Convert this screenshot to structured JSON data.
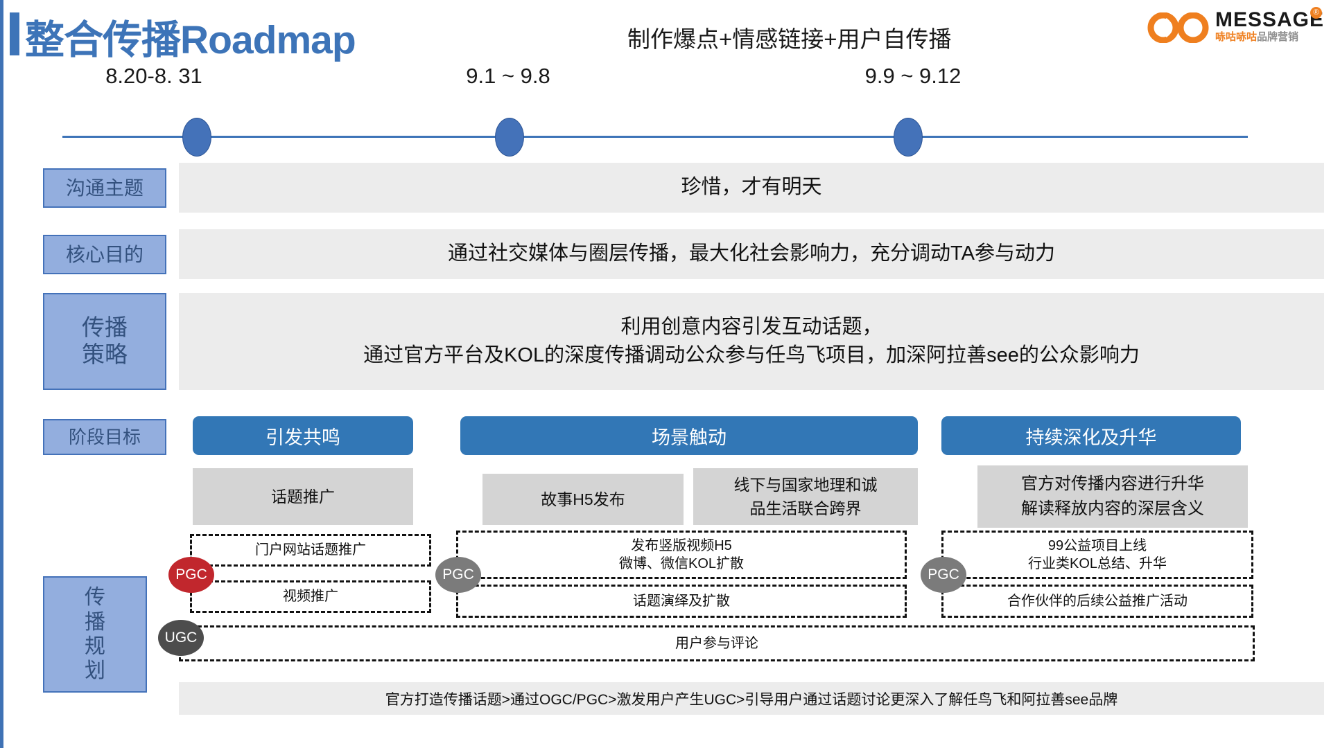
{
  "header": {
    "title": "整合传播Roadmap",
    "tagline": "制作爆点+情感链接+用户自传播",
    "logo": {
      "word": "MESSAGE",
      "sub_orange": "哧咕哧咕",
      "sub_grey": "品牌营销",
      "registered": "®",
      "accent_color": "#ef7f1f"
    }
  },
  "timeline": {
    "dates": [
      "8.20-8. 31",
      "9.1 ~ 9.8",
      "9.9 ~ 9.12"
    ],
    "dot_color": "#4472b9",
    "line_color": "#3d74b8"
  },
  "rows": [
    {
      "label": "沟通主题",
      "content": "珍惜，才有明天"
    },
    {
      "label": "核心目的",
      "content": "通过社交媒体与圈层传播，最大化社会影响力，充分调动TA参与动力"
    },
    {
      "label": "传播\n策略",
      "content_line1": "利用创意内容引发互动话题，",
      "content_line2": "通过官方平台及KOL的深度传播调动公众参与任鸟飞项目，加深阿拉善see的公众影响力"
    },
    {
      "label": "阶段目标"
    },
    {
      "label": "传播\n规划"
    }
  ],
  "phases": [
    {
      "pill": "引发共鸣"
    },
    {
      "pill": "场景触动"
    },
    {
      "pill": "持续深化及升华"
    }
  ],
  "phase_cards": [
    {
      "text": "话题推广"
    },
    {
      "text": "故事H5发布"
    },
    {
      "line1": "线下与国家地理和诚",
      "line2": "品生活联合跨界"
    },
    {
      "line1": "官方对传播内容进行升华",
      "line2": "解读释放内容的深层含义"
    }
  ],
  "plan": {
    "tags": [
      {
        "label": "PGC",
        "color": "#c1272d"
      },
      {
        "label": "PGC",
        "color": "#7b7b7b"
      },
      {
        "label": "PGC",
        "color": "#7b7b7b"
      },
      {
        "label": "UGC",
        "color": "#4d4d4d"
      }
    ],
    "boxes": [
      {
        "text": "门户网站话题推广"
      },
      {
        "text": "视频推广"
      },
      {
        "line1": "发布竖版视频H5",
        "line2": "微博、微信KOL扩散"
      },
      {
        "text": "话题演绎及扩散"
      },
      {
        "line1": "99公益项目上线",
        "line2": "行业类KOL总结、升华"
      },
      {
        "text": "合作伙伴的后续公益推广活动"
      },
      {
        "text": "用户参与评论"
      }
    ]
  },
  "summary": "官方打造传播话题>通过OGC/PGC>激发用户产生UGC>引导用户通过话题讨论更深入了解任鸟飞和阿拉善see品牌"
}
